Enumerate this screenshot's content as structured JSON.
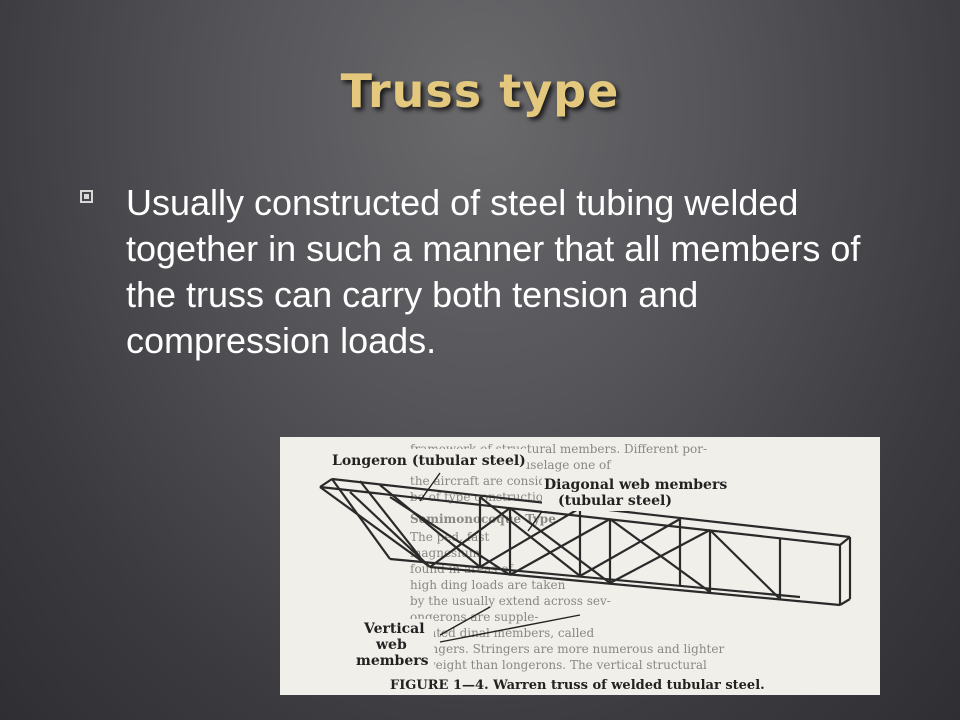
{
  "slide": {
    "title": "Truss type",
    "bullets": [
      "Usually constructed of steel tubing welded together  in such a manner that all members of the truss can carry both tension and compression loads."
    ]
  },
  "figure": {
    "labels": {
      "longeron": "Longeron (tubular steel)",
      "diagonal_line1": "Diagonal web members",
      "diagonal_line2": "(tubular steel)",
      "vertical_line1": "Vertical",
      "vertical_line2": "web",
      "vertical_line3": "members"
    },
    "caption": "FIGURE 1—4.  Warren truss of welded tubular steel.",
    "background_text": [
      "framework of structural members. Different por-",
      "tions of the same fuselage                     one of",
      "the                               aircraft are considered t",
      "be of                          type construction",
      "Semimonocoque Type",
      "The                                          ped, fast",
      "                                         magnesium,",
      "                                          found in areas of",
      "high                                     ding loads are taken",
      "by the                   usually extend across sev-",
      "                             ongerons are supple-",
      "mented                 dinal members, called",
      "stringers. Stringers are more numerous and lighter",
      "in weight than longerons. The vertical structural"
    ]
  }
}
